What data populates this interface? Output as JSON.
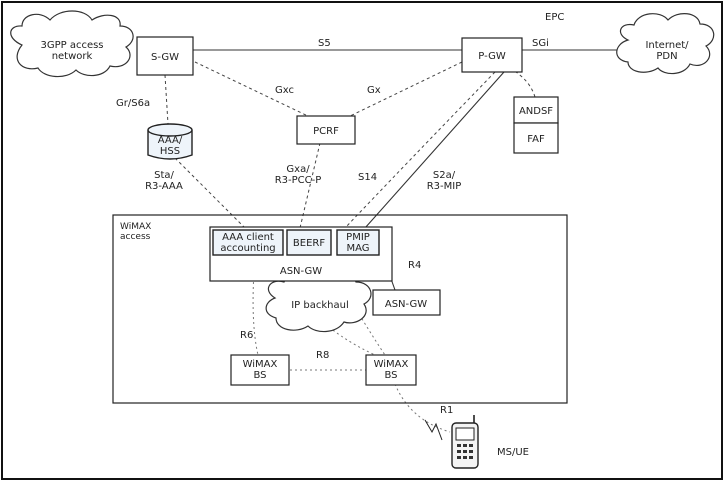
{
  "corner_label": "EPC",
  "nodes": {
    "access_3gpp": "3GPP access\nnetwork",
    "sgw": "S-GW",
    "pgw": "P-GW",
    "internet": "Internet/\nPDN",
    "aaa_hss": "AAA/\nHSS",
    "pcrf": "PCRF",
    "andsf": "ANDSF",
    "faf": "FAF",
    "wimax_access": "WiMAX\naccess",
    "aaa_client": "AAA client\naccounting",
    "beerf": "BEERF",
    "pmip_mag": "PMIP\nMAG",
    "asngw_main": "ASN-GW",
    "asngw_right": "ASN-GW",
    "ip_backhaul": "IP backhaul",
    "bs_left": "WiMAX\nBS",
    "bs_right": "WiMAX\nBS",
    "ms_ue": "MS/UE"
  },
  "interfaces": {
    "s5": "S5",
    "sgi": "SGi",
    "gr_s6a": "Gr/S6a",
    "gxc": "Gxc",
    "gx": "Gx",
    "sta": "Sta/\nR3-AAA",
    "gxa": "Gxa/\nR3-PCC-P",
    "s14": "S14",
    "s2a": "S2a/\nR3-MIP",
    "r4": "R4",
    "r6": "R6",
    "r8": "R8",
    "r1": "R1"
  }
}
